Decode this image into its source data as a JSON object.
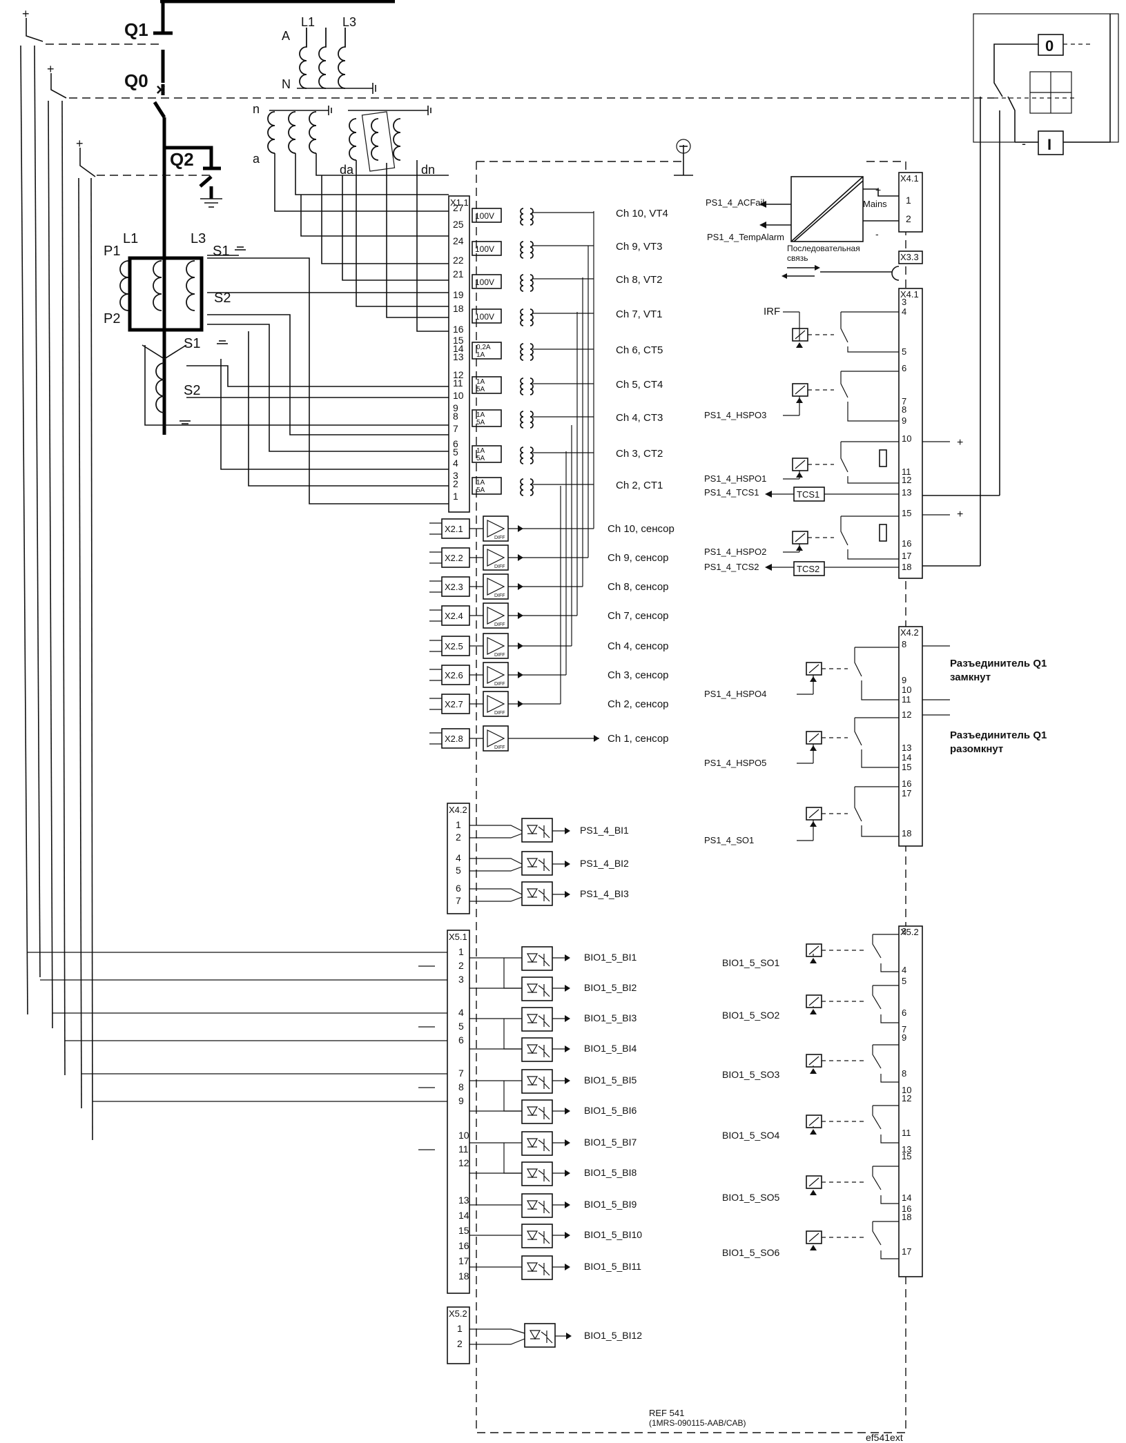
{
  "primary": {
    "q1": "Q1",
    "q0": "Q0",
    "q2": "Q2",
    "l1": "L1",
    "l3": "L3",
    "a": "A",
    "n": "N",
    "n_small": "n",
    "a_small": "a",
    "da": "da",
    "dn": "dn",
    "p1": "P1",
    "p2": "P2",
    "s1": "S1",
    "s2": "S2",
    "plus": "+"
  },
  "block_x11": {
    "title": "X1.1",
    "vt": [
      {
        "pins": [
          "27",
          "25"
        ],
        "rating": "100V",
        "label": "Ch 10, VT4"
      },
      {
        "pins": [
          "24",
          "22"
        ],
        "rating": "100V",
        "label": "Ch 9, VT3"
      },
      {
        "pins": [
          "21",
          "19"
        ],
        "rating": "100V",
        "label": "Ch 8, VT2"
      },
      {
        "pins": [
          "18",
          "16"
        ],
        "rating": "100V",
        "label": "Ch 7, VT1"
      }
    ],
    "ct": [
      {
        "pins": [
          "15",
          "14",
          "13"
        ],
        "rating": [
          "0,2A",
          "1A"
        ],
        "label": "Ch 6, CT5"
      },
      {
        "pins": [
          "12",
          "11",
          "10"
        ],
        "rating": [
          "1A",
          "5A"
        ],
        "label": "Ch 5, CT4"
      },
      {
        "pins": [
          "9",
          "8",
          "7"
        ],
        "rating": [
          "1A",
          "5A"
        ],
        "label": "Ch 4, CT3"
      },
      {
        "pins": [
          "6",
          "5",
          "4"
        ],
        "rating": [
          "1A",
          "5A"
        ],
        "label": "Ch 3, CT2"
      },
      {
        "pins": [
          "3",
          "2",
          "1"
        ],
        "rating": [
          "1A",
          "5A"
        ],
        "label": "Ch 2, CT1"
      }
    ]
  },
  "sensors": [
    {
      "port": "X2.1",
      "label": "Ch 10, сенсор"
    },
    {
      "port": "X2.2",
      "label": "Ch 9, сенсор"
    },
    {
      "port": "X2.3",
      "label": "Ch 8, сенсор"
    },
    {
      "port": "X2.4",
      "label": "Ch 7, сенсор"
    },
    {
      "port": "X2.5",
      "label": "Ch 4, сенсор"
    },
    {
      "port": "X2.6",
      "label": "Ch 3, сенсор"
    },
    {
      "port": "X2.7",
      "label": "Ch 2, сенсор"
    },
    {
      "port": "X2.8",
      "label": "Ch 1, сенсор"
    }
  ],
  "diff": "DIFF",
  "block_x42_left": {
    "title": "X4.2",
    "pins": [
      [
        "1",
        "2"
      ],
      [
        "4",
        "5"
      ],
      [
        "6",
        "7"
      ]
    ],
    "labels": [
      "PS1_4_BI1",
      "PS1_4_BI2",
      "PS1_4_BI3"
    ]
  },
  "block_x51": {
    "title": "X5.1",
    "pins": [
      "1",
      "2",
      "3",
      "4",
      "5",
      "6",
      "7",
      "8",
      "9",
      "10",
      "11",
      "12",
      "13",
      "14",
      "15",
      "16",
      "17",
      "18"
    ],
    "labels": [
      "BIO1_5_BI1",
      "BIO1_5_BI2",
      "BIO1_5_BI3",
      "BIO1_5_BI4",
      "BIO1_5_BI5",
      "BIO1_5_BI6",
      "BIO1_5_BI7",
      "BIO1_5_BI8",
      "BIO1_5_BI9",
      "BIO1_5_BI10",
      "BIO1_5_BI11"
    ]
  },
  "block_x52_left": {
    "title": "X5.2",
    "pins": [
      "1",
      "2"
    ],
    "label": "BIO1_5_BI12"
  },
  "power": {
    "title": "X4.1",
    "pins": [
      "1",
      "2"
    ],
    "acfail": "PS1_4_ACFail",
    "tempalarm": "PS1_4_TempAlarm",
    "mains": "Mains",
    "plus": "+",
    "minus": "-"
  },
  "comm": {
    "title": "X3.3",
    "label1": "Последовательная",
    "label2": "связь"
  },
  "block_x41": {
    "title": "X4.1",
    "pins": [
      "3",
      "4",
      "5",
      "6",
      "7",
      "8",
      "9",
      "10",
      "11",
      "12",
      "13",
      "15",
      "16",
      "17",
      "18"
    ],
    "irf": "IRF",
    "hspo3": "PS1_4_HSPO3",
    "hspo1": "PS1_4_HSPO1",
    "tcs1": "PS1_4_TCS1",
    "tcs1_box": "TCS1",
    "hspo2": "PS1_4_HSPO2",
    "tcs2": "PS1_4_TCS2",
    "tcs2_box": "TCS2",
    "plus": "+"
  },
  "block_x42_right": {
    "title": "X4.2",
    "pins": [
      "8",
      "9",
      "10",
      "11",
      "12",
      "13",
      "14",
      "15",
      "16",
      "17",
      "18"
    ],
    "hspo4": "PS1_4_HSPO4",
    "hspo5": "PS1_4_HSPO5",
    "so1": "PS1_4_SO1",
    "note1a": "Разъединитель Q1",
    "note1b": "замкнут",
    "note2a": "Разъединитель Q1",
    "note2b": "разомкнут"
  },
  "block_x52_right": {
    "title": "X5.2",
    "pins": [
      "3",
      "4",
      "5",
      "6",
      "7",
      "9",
      "8",
      "10",
      "12",
      "11",
      "13",
      "15",
      "14",
      "16",
      "18",
      "17"
    ],
    "labels": [
      "BIO1_5_SO1",
      "BIO1_5_SO2",
      "BIO1_5_SO3",
      "BIO1_5_SO4",
      "BIO1_5_SO5",
      "BIO1_5_SO6"
    ]
  },
  "switch": {
    "zero": "0",
    "one": "I",
    "minus": "-"
  },
  "footer": {
    "model": "REF 541",
    "code": "(1MRS-090115-AAB/CAB)",
    "tag": "ef541ext"
  }
}
